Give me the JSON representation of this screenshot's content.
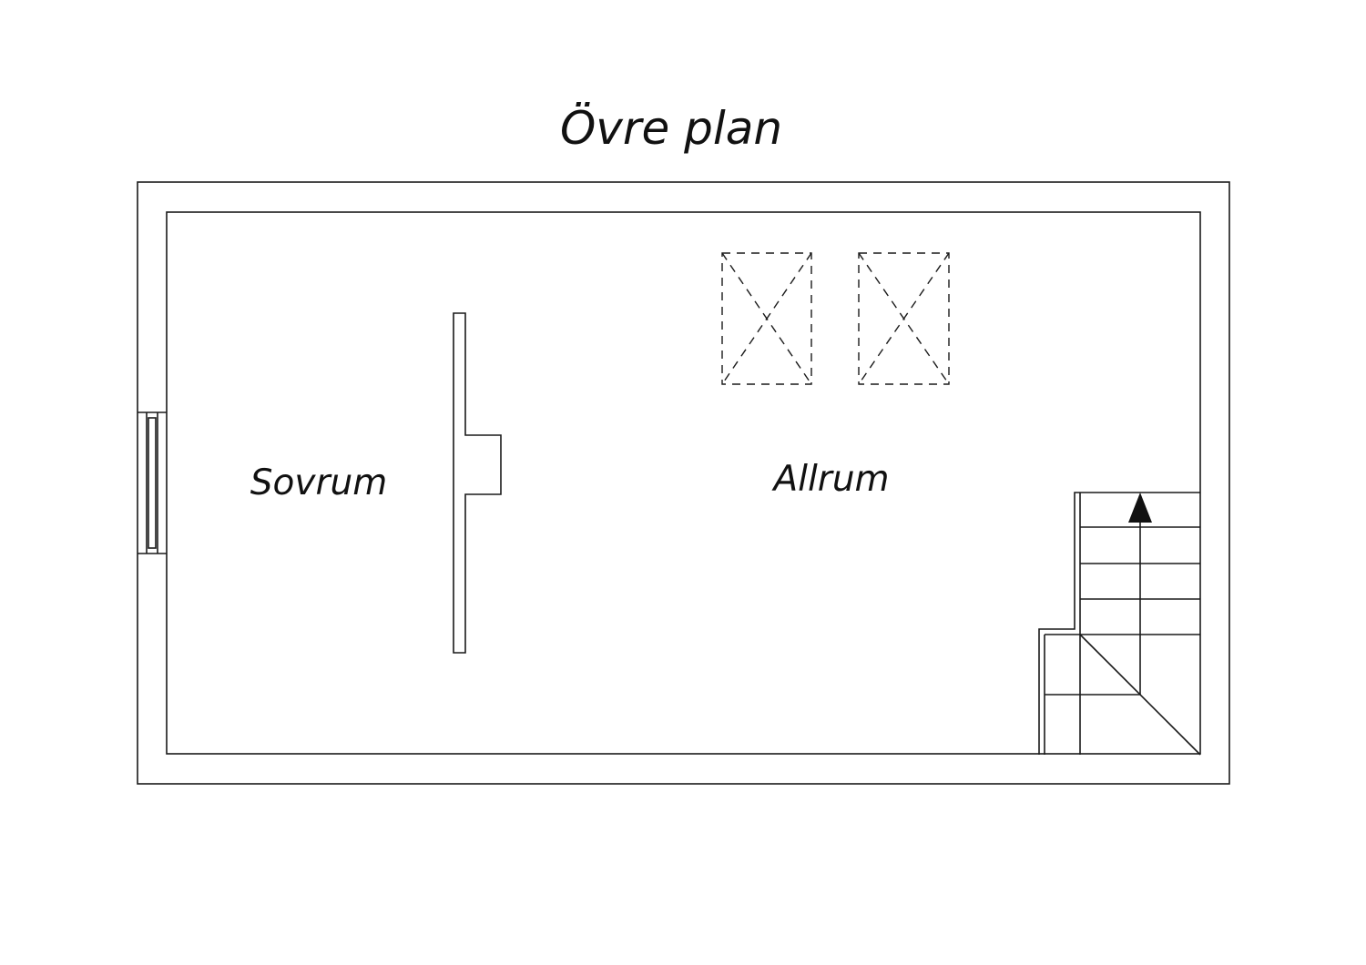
{
  "title": "Övre plan",
  "rooms": [
    {
      "id": "sovrum",
      "label": "Sovrum"
    },
    {
      "id": "allrum",
      "label": "Allrum"
    }
  ],
  "colors": {
    "line": "#1a1a1a",
    "background": "#ffffff"
  },
  "symbols": [
    "window-icon",
    "skylight-icon",
    "staircase-icon",
    "chimney-wall-icon"
  ]
}
